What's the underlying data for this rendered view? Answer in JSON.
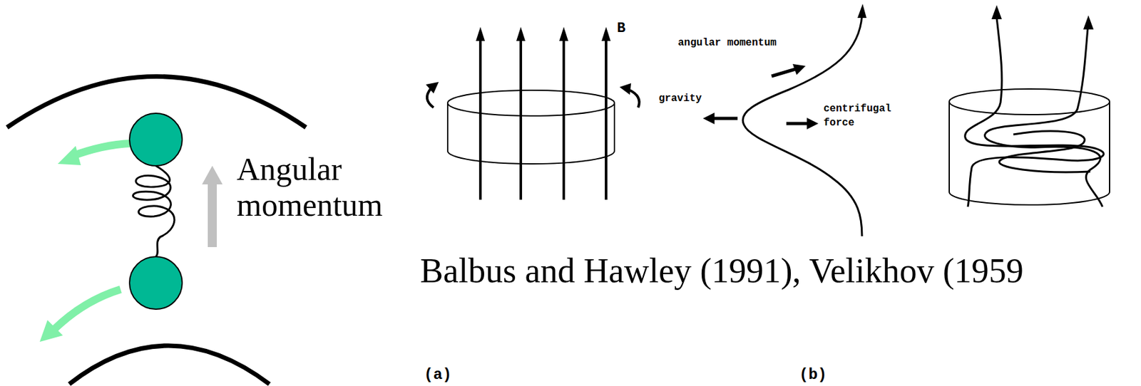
{
  "diagram": {
    "labels": [
      "Angular momentum",
      "B",
      "angular momentum",
      "gravity",
      "centrifugal force",
      "Balbus and Hawley (1991), Velikhov (1959",
      "(a)",
      "(b)"
    ]
  }
}
